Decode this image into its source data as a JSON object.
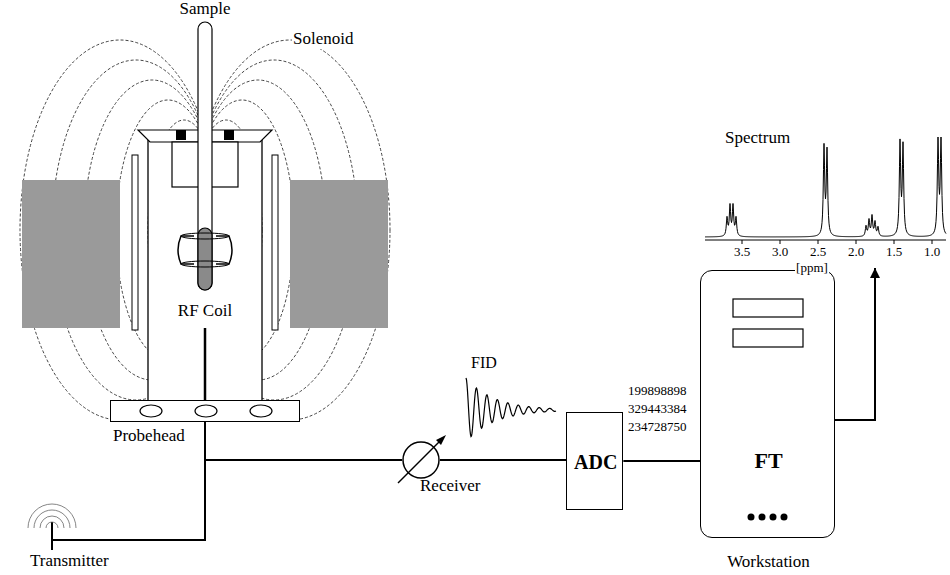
{
  "diagram": {
    "nodes": [
      {
        "text": [
          "Probehead"
        ]
      },
      {
        "text": [
          "Transmitter"
        ]
      },
      {
        "text": [
          "Receiver"
        ]
      },
      {
        "text": [
          "ADC"
        ]
      },
      {
        "text": [
          "FT",
          "Workstation"
        ]
      },
      {
        "text": [
          "Spectrum"
        ]
      }
    ],
    "edges": [
      {
        "from": 1,
        "to": 0,
        "arrow": "none"
      },
      {
        "from": 0,
        "to": 2,
        "arrow": "none"
      },
      {
        "from": 2,
        "to": 3,
        "label": "FID",
        "arrow": "none"
      },
      {
        "from": 3,
        "to": 4,
        "arrow": "none"
      },
      {
        "from": 4,
        "to": 5,
        "arrow": "to"
      }
    ],
    "labels": [
      "Sample",
      "Solenoid",
      "RF Coil",
      "199898898",
      "329443384",
      "234728750",
      "3.5",
      "3.0",
      "2.5",
      "2.0",
      "1.5",
      "1.0",
      "[ppm]"
    ]
  }
}
